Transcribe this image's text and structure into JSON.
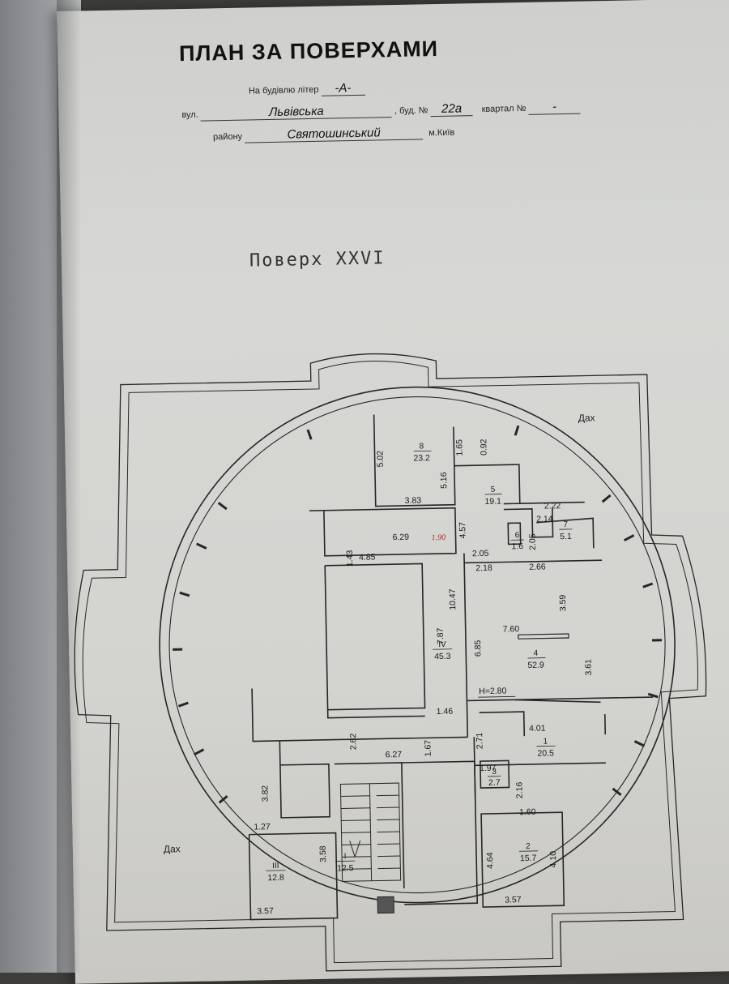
{
  "title": "ПЛАН ЗА ПОВЕРХАМИ",
  "building": {
    "letter_label": "На будівлю літер",
    "letter": "-А-",
    "street_label": "вул.",
    "street": "Львівська",
    "house_label": ", буд. №",
    "house": "22а",
    "block_label": "квартал №",
    "block": "-",
    "district_label": "району",
    "district": "Святошинський",
    "city": "м.Київ"
  },
  "floor_title": "Поверх  XXVI",
  "plan": {
    "roof_labels": [
      "Дах",
      "Дах"
    ],
    "rooms": [
      {
        "number": "8",
        "area": "23.2"
      },
      {
        "number": "5",
        "area": "19.1"
      },
      {
        "number": "7",
        "area": "5.1"
      },
      {
        "number": "6",
        "area": "1.6"
      },
      {
        "number": "4",
        "area": "52.9"
      },
      {
        "number": "IV",
        "area": "45.3"
      },
      {
        "number": "1",
        "area": "20.5"
      },
      {
        "number": "3",
        "area": "2.7"
      },
      {
        "number": "2",
        "area": "15.7"
      },
      {
        "number": "III",
        "area": "12.8"
      },
      {
        "number": "I",
        "area": "12.5"
      }
    ],
    "height_label": "H=2.80",
    "handwritten": "1.90",
    "dimensions": [
      "5.02",
      "1.65",
      "0.92",
      "5.16",
      "3.83",
      "4.57",
      "2.22",
      "2.14",
      "2.05",
      "6.29",
      "1.43",
      "4.85",
      "2.05",
      "2.18",
      "2.66",
      "3.59",
      "7.87",
      "10.47",
      "7.60",
      "6.85",
      "3.61",
      "1.46",
      "2.62",
      "6.27",
      "1.67",
      "2.71",
      "4.01",
      "1.97",
      "2.16",
      "1.60",
      "3.82",
      "1.27",
      "3.58",
      "4.64",
      "4.10",
      "3.57",
      "3.57"
    ]
  }
}
